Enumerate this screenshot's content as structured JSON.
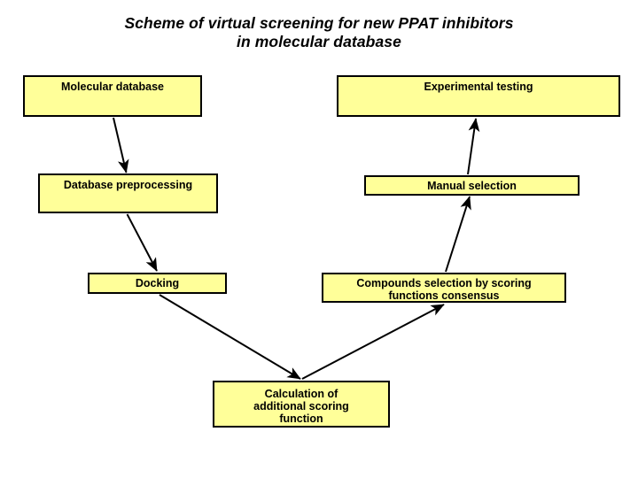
{
  "diagram": {
    "title": "Scheme of virtual screening for new PPAT inhibitors\nin molecular database",
    "background_color": "#ffffff",
    "node_fill_color": "#ffff99",
    "node_border_color": "#000000",
    "arrow_color": "#000000",
    "nodes": [
      {
        "id": "molecular-database",
        "label": "Molecular database"
      },
      {
        "id": "experimental-testing",
        "label": "Experimental testing"
      },
      {
        "id": "database-preprocessing",
        "label": "Database preprocessing"
      },
      {
        "id": "manual-selection",
        "label": "Manual selection"
      },
      {
        "id": "docking",
        "label": "Docking"
      },
      {
        "id": "compounds-selection",
        "label": "Compounds selection by scoring\nfunctions consensus"
      },
      {
        "id": "calculation",
        "label": "Calculation of\nadditional scoring\nfunction"
      }
    ],
    "edges": [
      {
        "id": "edge-molecular-to-preprocessing",
        "from": "molecular-database",
        "to": "database-preprocessing"
      },
      {
        "id": "edge-preprocessing-to-docking",
        "from": "database-preprocessing",
        "to": "docking"
      },
      {
        "id": "edge-docking-to-calculation",
        "from": "docking",
        "to": "calculation"
      },
      {
        "id": "edge-calculation-to-compounds",
        "from": "calculation",
        "to": "compounds-selection"
      },
      {
        "id": "edge-compounds-to-manual",
        "from": "compounds-selection",
        "to": "manual-selection"
      },
      {
        "id": "edge-manual-to-experimental",
        "from": "manual-selection",
        "to": "experimental-testing"
      }
    ]
  }
}
